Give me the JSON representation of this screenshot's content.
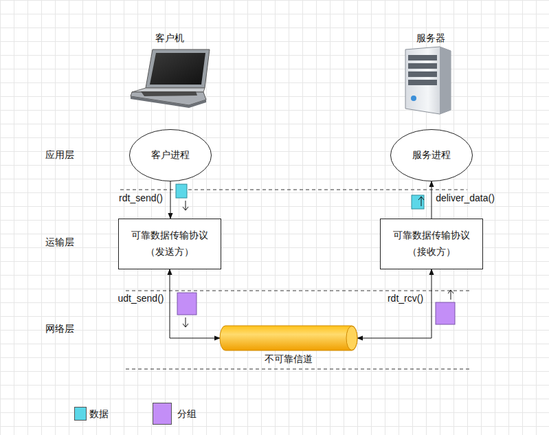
{
  "diagram": {
    "nodes": [
      {
        "text": [
          "客户进程"
        ]
      },
      {
        "text": [
          "服务进程"
        ]
      },
      {
        "text": [
          "可靠数据传输协议 （发送方）"
        ]
      },
      {
        "text": [
          "可靠数据传输协议 （接收方）"
        ]
      },
      {
        "text": [
          "不可靠信道"
        ]
      }
    ],
    "edges": [
      {
        "from": 0,
        "to": 2,
        "label": "rdt_send()",
        "arrow": "to"
      },
      {
        "from": 3,
        "to": 1,
        "label": "deliver_data()",
        "arrow": "to"
      },
      {
        "from": 2,
        "to": 4,
        "label": "udt_send()",
        "arrow": "both"
      },
      {
        "from": 3,
        "to": 4,
        "label": "rdt_rcv()",
        "arrow": "both"
      }
    ],
    "labels": [
      "客户机",
      "服务器",
      "应用层",
      "运输层",
      "网络层"
    ],
    "legend": [
      {
        "text": "数据",
        "color": "#5bd7e8"
      },
      {
        "text": "分组",
        "color": "#c38ef7"
      }
    ]
  }
}
